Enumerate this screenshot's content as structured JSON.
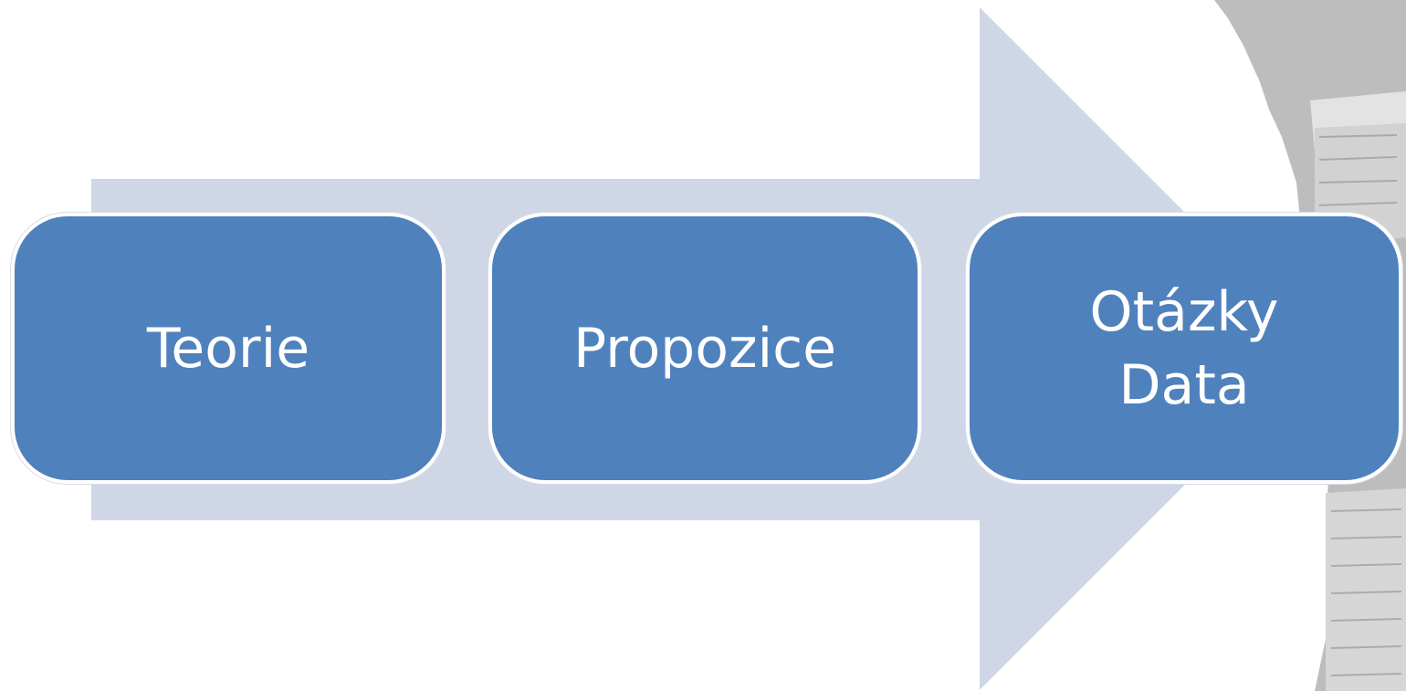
{
  "colors": {
    "arrow": "#cfd7e6",
    "box_fill": "#4f81bd",
    "box_border": "#ffffff",
    "text": "#ffffff",
    "statue": "#bdbdbd"
  },
  "steps": [
    {
      "label": "Teorie"
    },
    {
      "label": "Propozice"
    },
    {
      "label": "Otázky\nData"
    }
  ]
}
